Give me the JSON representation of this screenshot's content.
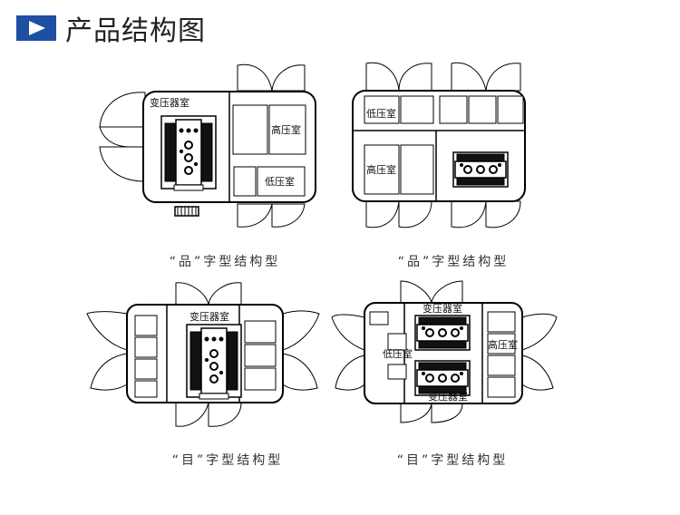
{
  "header": {
    "title": "产品结构图",
    "icon": "play-triangle-icon",
    "accent_color": "#1d4fa3"
  },
  "diagrams": [
    {
      "caption": "“品”字型结构型",
      "labels": [
        "变压器室",
        "高压室",
        "低压室"
      ]
    },
    {
      "caption": "“品”字型结构型",
      "labels": [
        "低压室",
        "高压室"
      ]
    },
    {
      "caption": "“目”字型结构型",
      "labels": [
        "变压器室"
      ]
    },
    {
      "caption": "“目”字型结构型",
      "labels": [
        "变压器室",
        "低压室",
        "高压室",
        "变压器室"
      ]
    }
  ]
}
